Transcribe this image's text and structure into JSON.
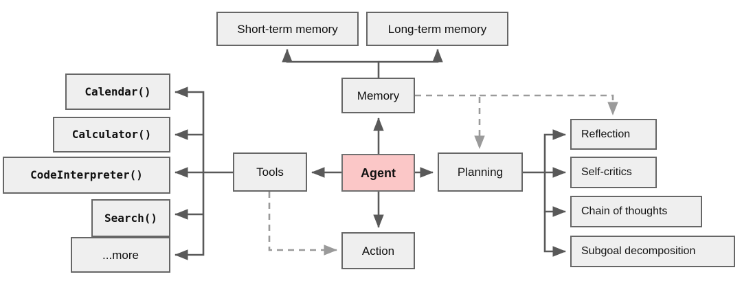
{
  "diagram": {
    "title": "LLM Agent overview diagram",
    "colors": {
      "node_fill": "#efefef",
      "node_stroke": "#666666",
      "accent_fill": "#fbc7c7",
      "edge_solid": "#595959",
      "edge_dashed": "#9a9a9a",
      "text": "#111111",
      "background": "#ffffff"
    },
    "nodes": {
      "short_term_memory": "Short-term memory",
      "long_term_memory": "Long-term memory",
      "memory": "Memory",
      "agent": "Agent",
      "tools": "Tools",
      "action": "Action",
      "planning": "Planning",
      "reflection": "Reflection",
      "self_critics": "Self-critics",
      "chain_of_thoughts": "Chain of thoughts",
      "subgoal_decomposition": "Subgoal decomposition",
      "calendar": "Calendar()",
      "calculator": "Calculator()",
      "code_interpreter": "CodeInterpreter()",
      "search": "Search()",
      "more": "...more"
    },
    "edges": [
      {
        "from": "Memory",
        "to": "Short-term memory",
        "style": "solid"
      },
      {
        "from": "Memory",
        "to": "Long-term memory",
        "style": "solid"
      },
      {
        "from": "Agent",
        "to": "Memory",
        "style": "solid"
      },
      {
        "from": "Agent",
        "to": "Tools",
        "style": "solid"
      },
      {
        "from": "Agent",
        "to": "Planning",
        "style": "solid"
      },
      {
        "from": "Agent",
        "to": "Action",
        "style": "solid"
      },
      {
        "from": "Tools",
        "to": "Calendar()",
        "style": "solid"
      },
      {
        "from": "Tools",
        "to": "Calculator()",
        "style": "solid"
      },
      {
        "from": "Tools",
        "to": "CodeInterpreter()",
        "style": "solid"
      },
      {
        "from": "Tools",
        "to": "Search()",
        "style": "solid"
      },
      {
        "from": "Tools",
        "to": "...more",
        "style": "solid"
      },
      {
        "from": "Planning",
        "to": "Reflection",
        "style": "solid"
      },
      {
        "from": "Planning",
        "to": "Self-critics",
        "style": "solid"
      },
      {
        "from": "Planning",
        "to": "Chain of thoughts",
        "style": "solid"
      },
      {
        "from": "Planning",
        "to": "Subgoal decomposition",
        "style": "solid"
      },
      {
        "from": "Tools",
        "to": "Action",
        "style": "dashed"
      },
      {
        "from": "Memory",
        "to": "Planning",
        "style": "dashed"
      },
      {
        "from": "Memory",
        "to": "Reflection",
        "style": "dashed"
      }
    ]
  }
}
